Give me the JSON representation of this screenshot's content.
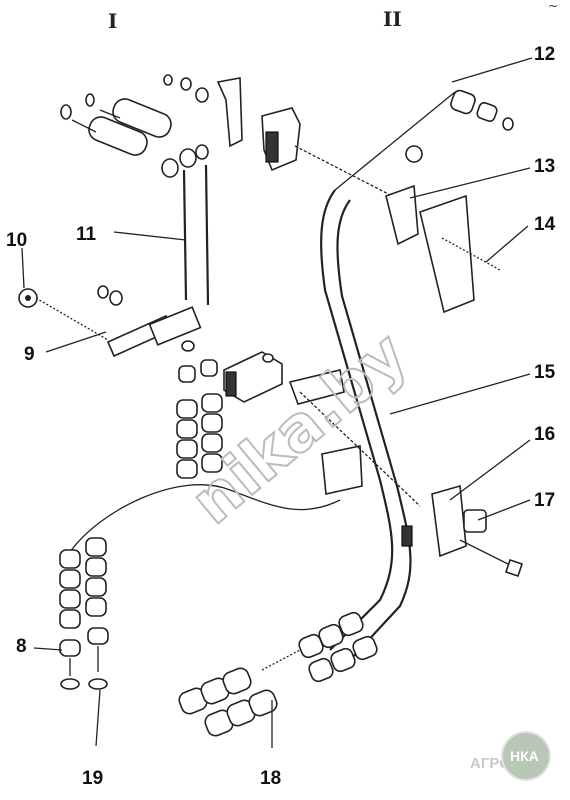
{
  "diagram": {
    "view_labels": [
      "I",
      "II"
    ],
    "callouts": [
      "12",
      "13",
      "14",
      "15",
      "16",
      "17",
      "18",
      "19",
      "10",
      "11",
      "9",
      "8"
    ],
    "watermark": "nika.by",
    "logo": {
      "left": "АГРО",
      "right": "НКА"
    },
    "corner_mark": "~"
  }
}
